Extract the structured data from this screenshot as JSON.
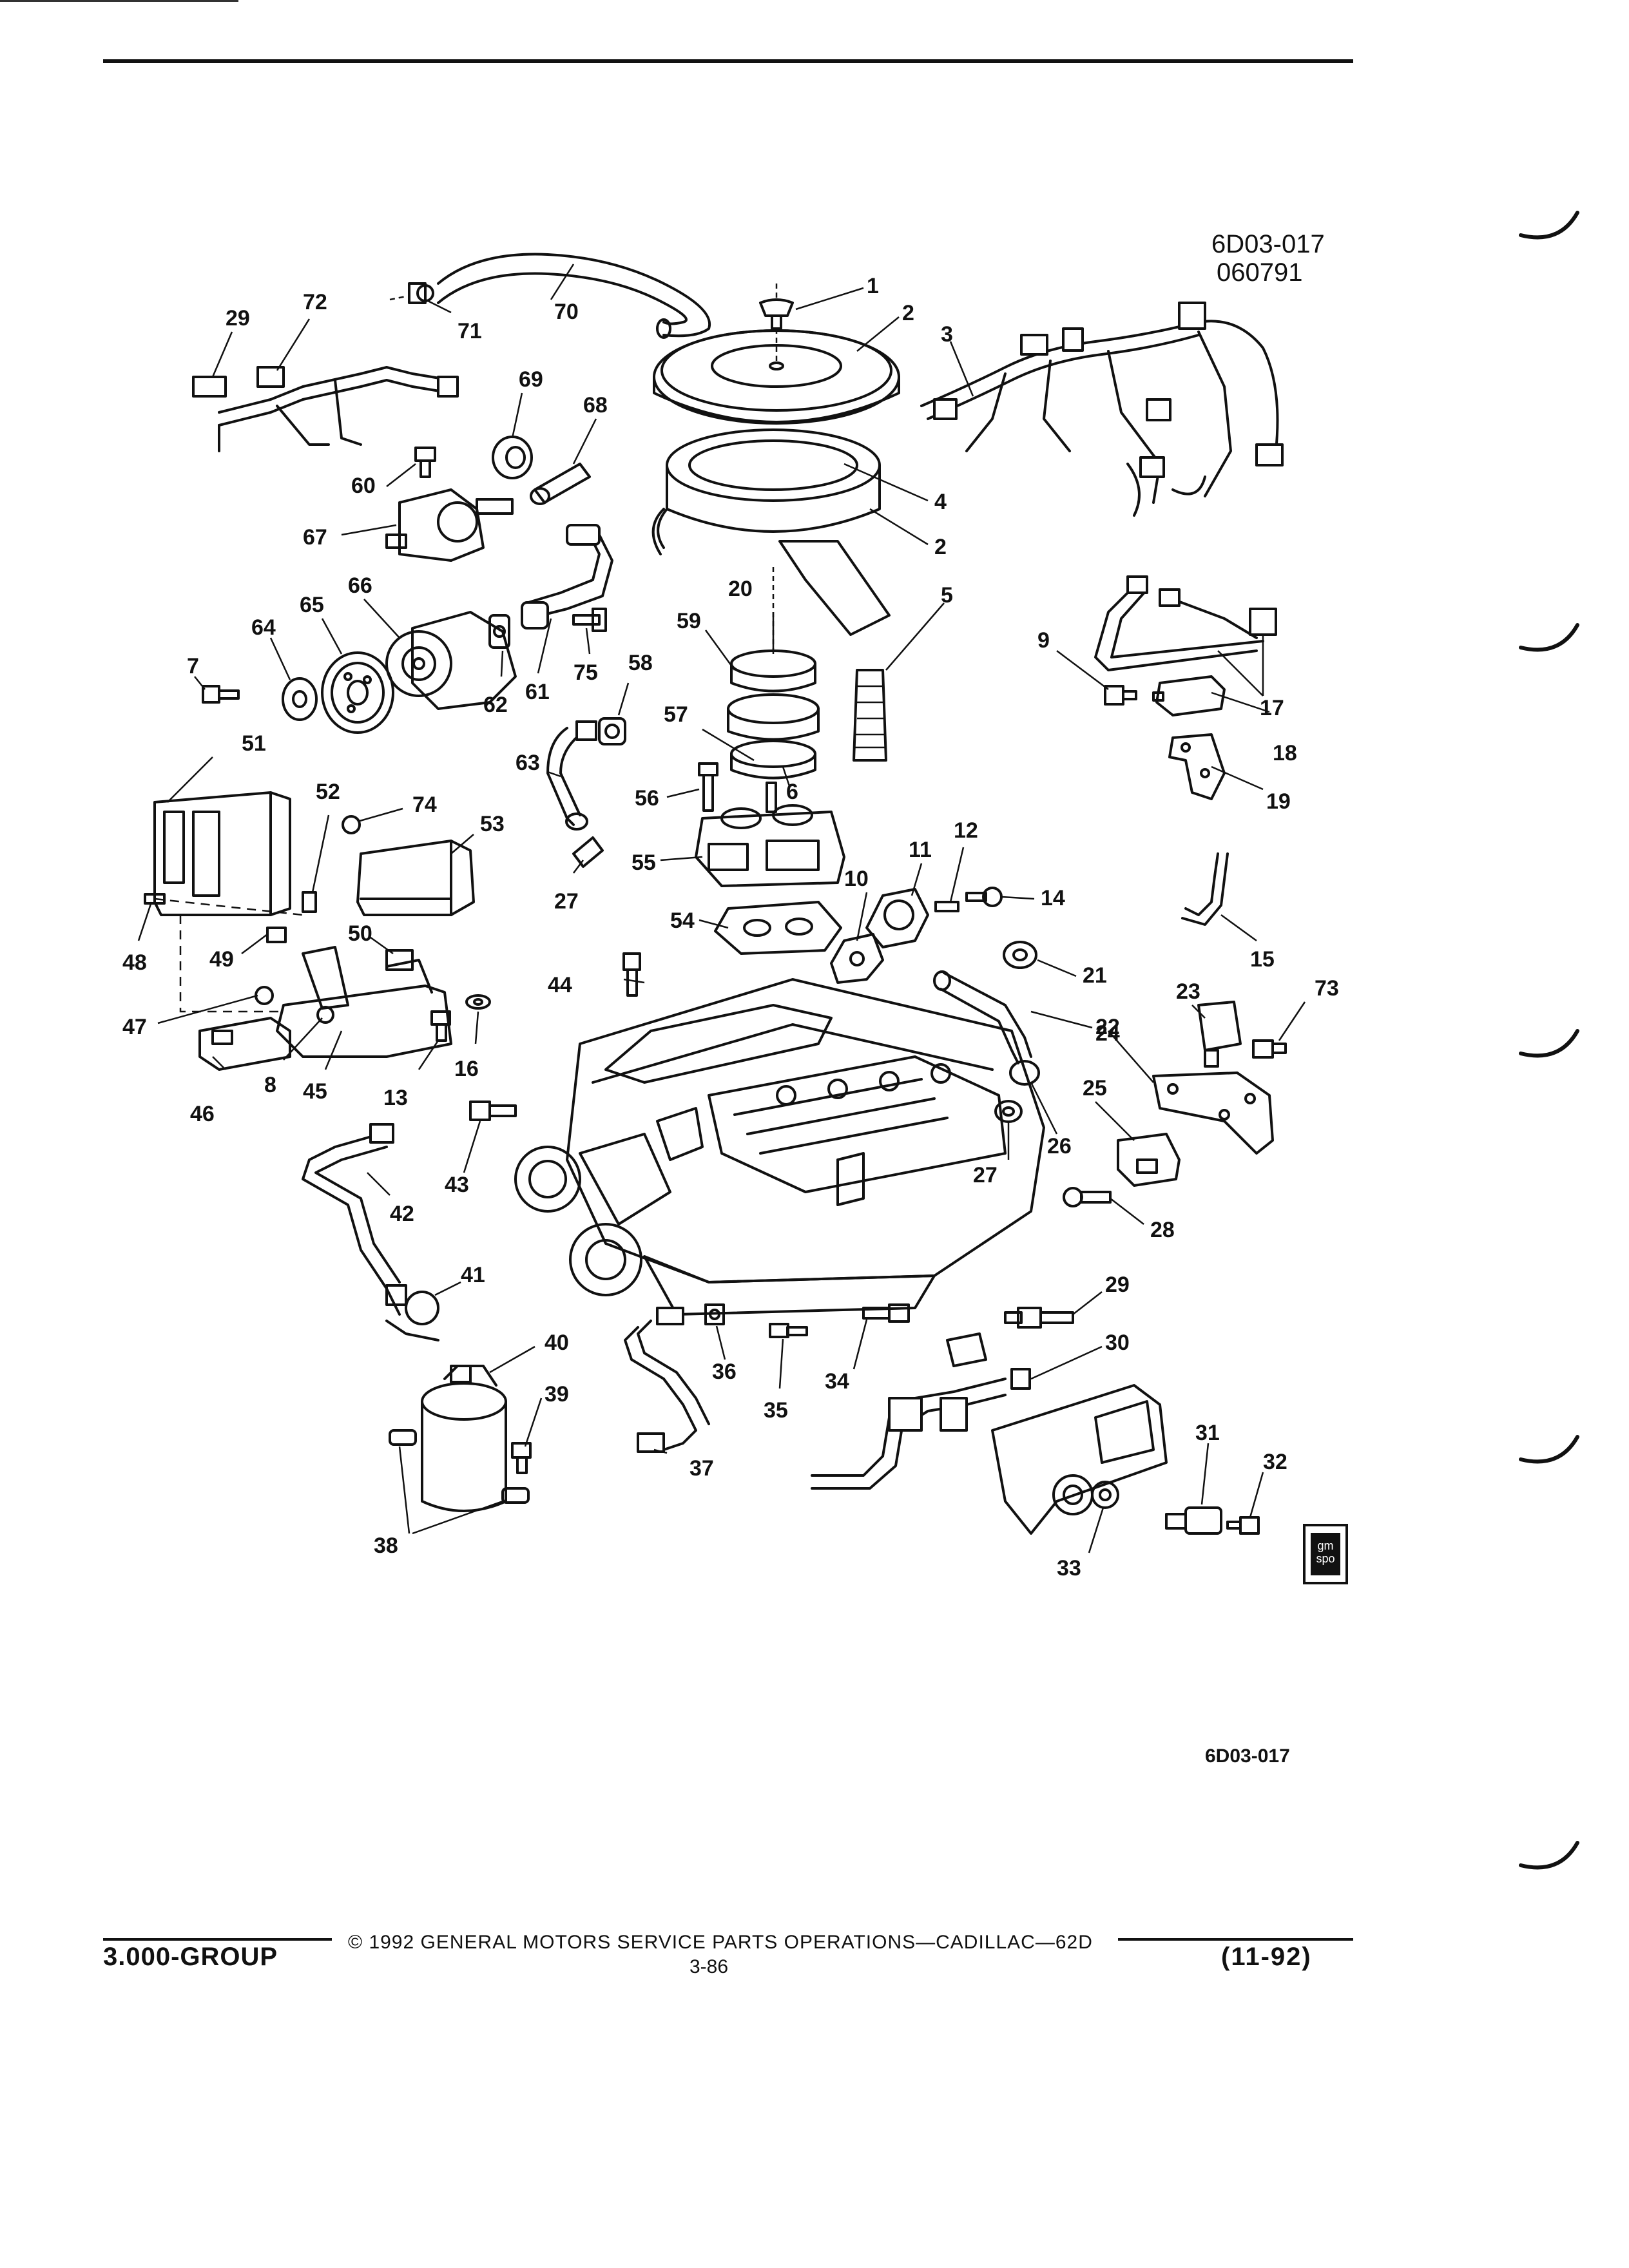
{
  "figure": {
    "code_top": "6D03-017",
    "date_code": "060791",
    "code_bottom": "6D03-017"
  },
  "callouts": {
    "c1": "1",
    "c2": "2",
    "c2b": "2",
    "c3": "3",
    "c4": "4",
    "c5": "5",
    "c6": "6",
    "c7": "7",
    "c8": "8",
    "c9": "9",
    "c10": "10",
    "c11": "11",
    "c12": "12",
    "c13": "13",
    "c14": "14",
    "c15": "15",
    "c16": "16",
    "c17": "17",
    "c18": "18",
    "c19": "19",
    "c20": "20",
    "c21": "21",
    "c22": "22",
    "c23": "23",
    "c24": "24",
    "c25": "25",
    "c26": "26",
    "c27": "27",
    "c27b": "27",
    "c28": "28",
    "c29": "29",
    "c29b": "29",
    "c30": "30",
    "c31": "31",
    "c32": "32",
    "c33": "33",
    "c34": "34",
    "c35": "35",
    "c36": "36",
    "c37": "37",
    "c38": "38",
    "c39": "39",
    "c40": "40",
    "c41": "41",
    "c42": "42",
    "c43": "43",
    "c44": "44",
    "c45": "45",
    "c46": "46",
    "c47": "47",
    "c48": "48",
    "c49": "49",
    "c50": "50",
    "c51": "51",
    "c52": "52",
    "c53": "53",
    "c54": "54",
    "c55": "55",
    "c56": "56",
    "c57": "57",
    "c58": "58",
    "c59": "59",
    "c60": "60",
    "c61": "61",
    "c62": "62",
    "c63": "63",
    "c64": "64",
    "c65": "65",
    "c66": "66",
    "c67": "67",
    "c68": "68",
    "c69": "69",
    "c70": "70",
    "c71": "71",
    "c72": "72",
    "c73": "73",
    "c74": "74",
    "c75": "75"
  },
  "footer": {
    "group": "3.000-GROUP",
    "copyright": "© 1992 GENERAL MOTORS SERVICE PARTS OPERATIONS—CADILLAC—62D",
    "page": "3-86",
    "date": "(11-92)"
  },
  "logo": {
    "text": "gm spo"
  }
}
